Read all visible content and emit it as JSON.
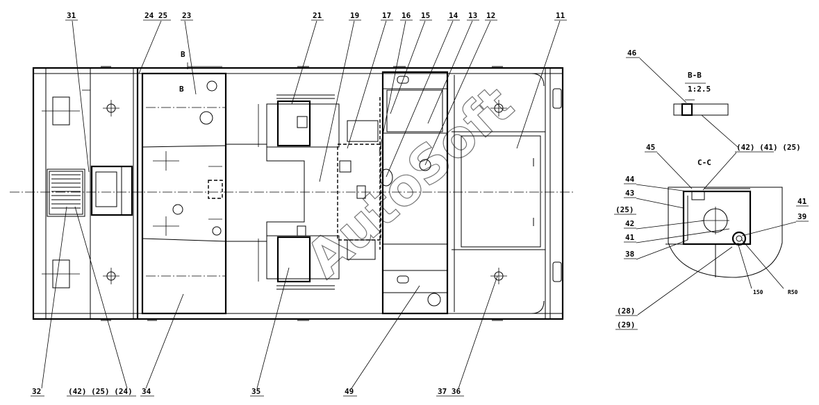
{
  "watermark": "AutoSoft",
  "section_titles": {
    "bb": "B-B",
    "bb_scale": "1:2.5",
    "cc": "C-C",
    "b_mark_top": "B",
    "b_mark_bottom": "B"
  },
  "top_callouts": [
    "31",
    "24 25",
    "23",
    "21",
    "19",
    "17",
    "16",
    "15",
    "14",
    "13",
    "12",
    "11"
  ],
  "bottom_callouts": [
    "32",
    "(42) (25) (24)",
    "34",
    "35",
    "49",
    "37 36"
  ],
  "side_callouts": [
    "46",
    "(42) (41) (25)",
    "45",
    "44",
    "43",
    "(25)",
    "42",
    "41",
    "38",
    "41",
    "39",
    "(28)",
    "(29)"
  ],
  "small_notes": [
    "150",
    "R50"
  ]
}
